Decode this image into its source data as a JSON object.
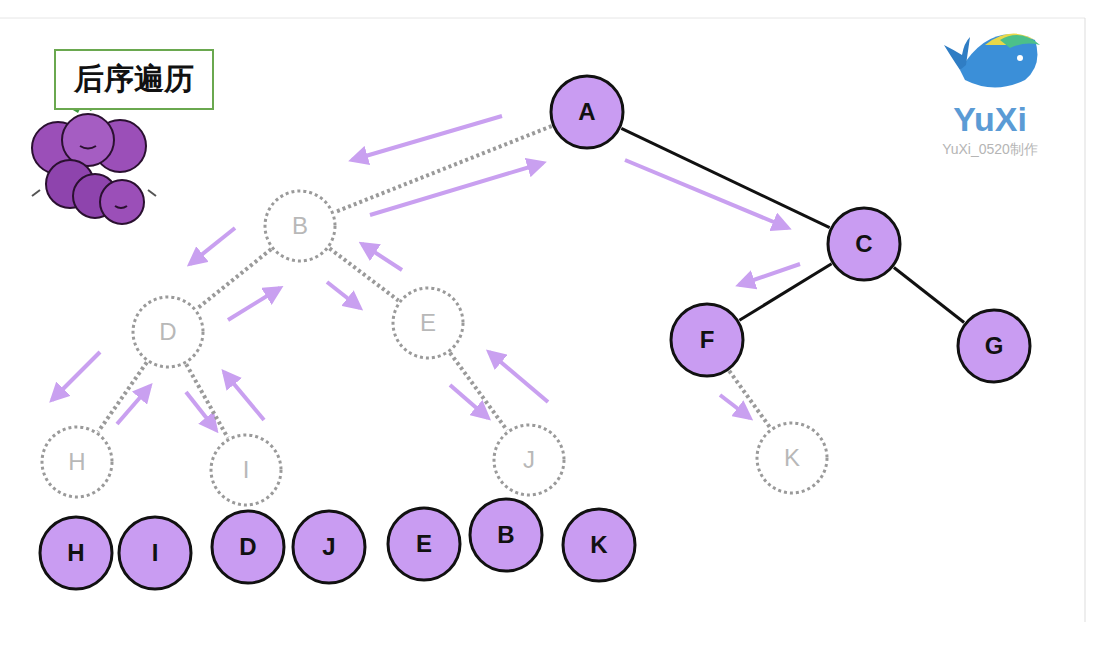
{
  "diagram": {
    "title": "后序遍历",
    "nodes": [
      {
        "text": [
          "A"
        ]
      },
      {
        "text": [
          "B"
        ]
      },
      {
        "text": [
          "C"
        ]
      },
      {
        "text": [
          "D"
        ]
      },
      {
        "text": [
          "E"
        ]
      },
      {
        "text": [
          "F"
        ]
      },
      {
        "text": [
          "G"
        ]
      },
      {
        "text": [
          "H"
        ]
      },
      {
        "text": [
          "I"
        ]
      },
      {
        "text": [
          "J"
        ]
      },
      {
        "text": [
          "K"
        ]
      },
      {
        "text": [
          "H"
        ]
      },
      {
        "text": [
          "I"
        ]
      },
      {
        "text": [
          "D"
        ]
      },
      {
        "text": [
          "J"
        ]
      },
      {
        "text": [
          "E"
        ]
      },
      {
        "text": [
          "B"
        ]
      },
      {
        "text": [
          "K"
        ]
      }
    ],
    "edges": [
      {
        "from": 0,
        "to": 1,
        "arrow": "none"
      },
      {
        "from": 0,
        "to": 2,
        "arrow": "none"
      },
      {
        "from": 1,
        "to": 3,
        "arrow": "none"
      },
      {
        "from": 1,
        "to": 4,
        "arrow": "none"
      },
      {
        "from": 2,
        "to": 5,
        "arrow": "none"
      },
      {
        "from": 2,
        "to": 6,
        "arrow": "none"
      },
      {
        "from": 3,
        "to": 7,
        "arrow": "none"
      },
      {
        "from": 3,
        "to": 8,
        "arrow": "none"
      },
      {
        "from": 4,
        "to": 9,
        "arrow": "none"
      },
      {
        "from": 5,
        "to": 10,
        "arrow": "none"
      }
    ],
    "labels": [
      "YuXi",
      "YuXi_0520制作"
    ]
  }
}
